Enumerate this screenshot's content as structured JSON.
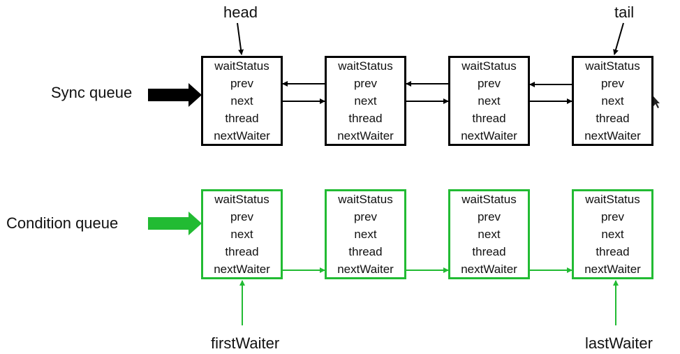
{
  "labels": {
    "head": "head",
    "tail": "tail",
    "sync_queue": "Sync queue",
    "condition_queue": "Condition queue",
    "first_waiter": "firstWaiter",
    "last_waiter": "lastWaiter"
  },
  "node_fields": [
    "waitStatus",
    "prev",
    "next",
    "thread",
    "nextWaiter"
  ],
  "colors": {
    "sync": "#000000",
    "condition": "#22bb33"
  }
}
